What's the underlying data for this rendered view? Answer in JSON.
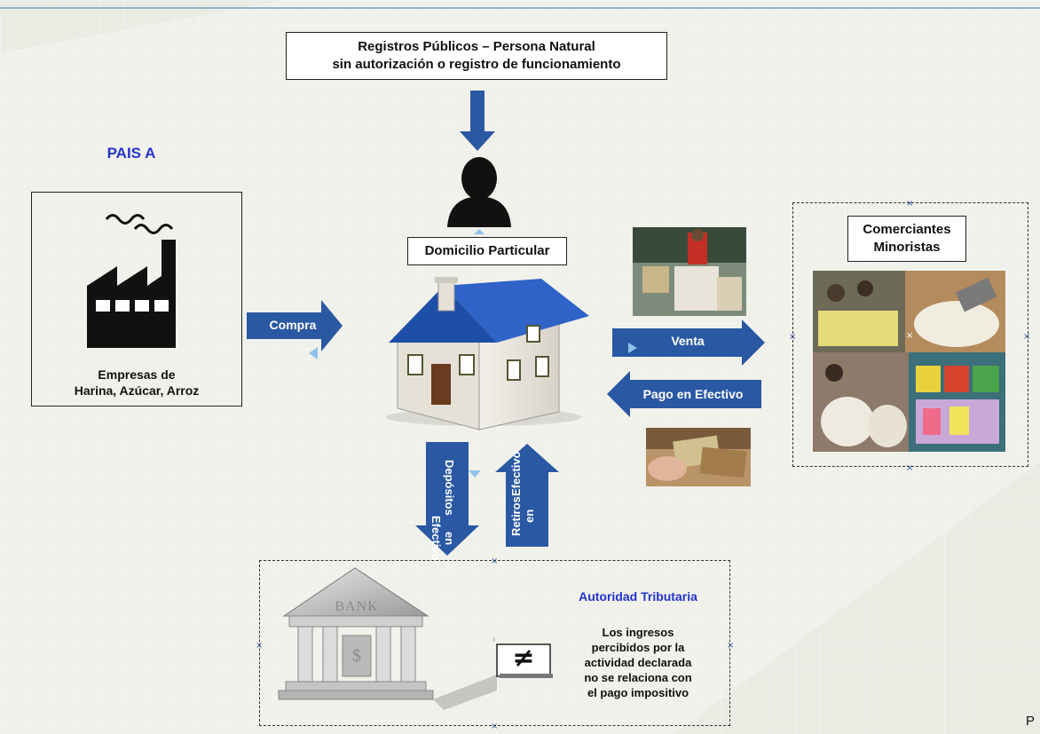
{
  "title_box": {
    "line1": "Registros Públicos – Persona Natural",
    "line2": "sin autorización o registro de funcionamiento"
  },
  "country_label": "PAIS A",
  "factory": {
    "line1": "Empresas de",
    "line2": "Harina, Azúcar, Arroz"
  },
  "domicile_label": "Domicilio Particular",
  "arrows": {
    "compra": "Compra",
    "venta": "Venta",
    "pago": "Pago en Efectivo",
    "depositos_l1": "Depósitos",
    "depositos_l2": "en Efectivo",
    "retiros_l1": "Retiros en",
    "retiros_l2": "Efectivo"
  },
  "retailers_label": {
    "line1": "Comerciantes",
    "line2": "Minoristas"
  },
  "bank_sign": "BANK",
  "tax": {
    "title": "Autoridad Tributaria",
    "line1": "Los ingresos",
    "line2": "percibidos por la",
    "line3": "actividad declarada",
    "line4": "no se relaciona con",
    "line5": "el pago impositivo"
  },
  "not_equal_symbol": "≠",
  "corner_text": "P",
  "colors": {
    "arrow": "#2a58a3",
    "country": "#2233cc",
    "tax_title": "#2233cc",
    "roof": "#2f63c8"
  }
}
